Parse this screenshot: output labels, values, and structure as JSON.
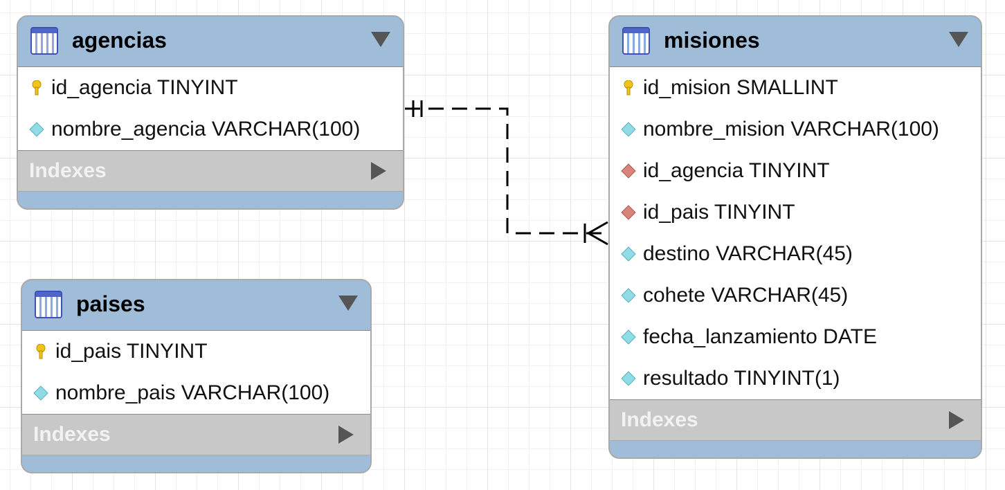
{
  "tables": [
    {
      "name": "agencias",
      "columns": [
        {
          "label": "id_agencia TINYINT",
          "icon": "primary-key-icon"
        },
        {
          "label": "nombre_agencia VARCHAR(100)",
          "icon": "column-diamond-icon"
        }
      ],
      "indexes_label": "Indexes"
    },
    {
      "name": "paises",
      "columns": [
        {
          "label": "id_pais TINYINT",
          "icon": "primary-key-icon"
        },
        {
          "label": "nombre_pais VARCHAR(100)",
          "icon": "column-diamond-icon"
        }
      ],
      "indexes_label": "Indexes"
    },
    {
      "name": "misiones",
      "columns": [
        {
          "label": "id_mision SMALLINT",
          "icon": "primary-key-icon"
        },
        {
          "label": "nombre_mision VARCHAR(100)",
          "icon": "column-diamond-icon"
        },
        {
          "label": "id_agencia TINYINT",
          "icon": "foreign-key-diamond-icon"
        },
        {
          "label": "id_pais TINYINT",
          "icon": "foreign-key-diamond-icon"
        },
        {
          "label": "destino VARCHAR(45)",
          "icon": "column-diamond-icon"
        },
        {
          "label": "cohete VARCHAR(45)",
          "icon": "column-diamond-icon"
        },
        {
          "label": "fecha_lanzamiento DATE",
          "icon": "column-diamond-icon"
        },
        {
          "label": "resultado TINYINT(1)",
          "icon": "column-diamond-icon"
        }
      ],
      "indexes_label": "Indexes"
    }
  ],
  "relationships": [
    {
      "from": "agencias",
      "to": "misiones",
      "from_cardinality": "one-and-only-one",
      "to_cardinality": "one-or-many",
      "line_style": "dashed"
    }
  ],
  "colors": {
    "header": "#9fbcd8",
    "indexes_bar": "#c8c8c8",
    "primary_key": "#f2c31b",
    "column_diamond": "#8fdbe6",
    "foreign_key_diamond": "#d8847a",
    "relation_line": "#000000"
  }
}
